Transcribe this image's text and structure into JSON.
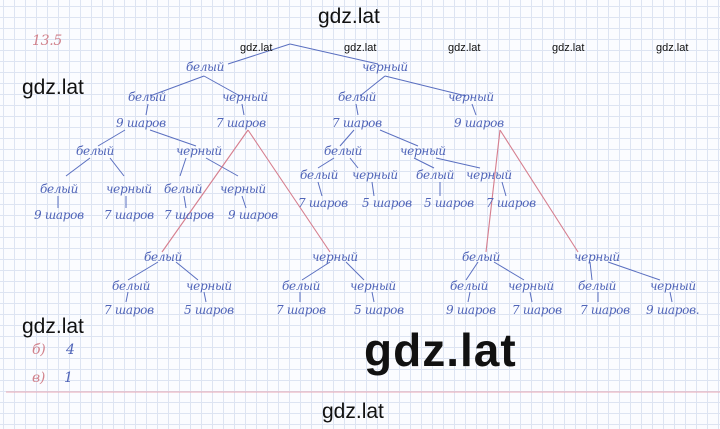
{
  "problem_number": "13.5",
  "tree": {
    "level1": {
      "white": "белый",
      "black": "черный"
    },
    "level2": {
      "white_white": "белый",
      "white_black": "черный",
      "black_white": "белый",
      "black_black": "черный"
    },
    "level3": {
      "ww": "9 шаров",
      "wb": "7 шаров",
      "bw": "7 шаров",
      "bb": "9 шаров"
    },
    "level4": {
      "ww_white": "белый",
      "ww_black": "черный",
      "bw_white": "белый",
      "bw_black": "черный"
    },
    "level5": {
      "a": "белый",
      "b": "черный",
      "c": "белый",
      "d": "черный",
      "e": "белый",
      "f": "черный",
      "g": "белый",
      "h": "черный"
    },
    "level6": {
      "a": "9 шаров",
      "b": "7 шаров",
      "c": "7 шаров",
      "d": "9 шаров",
      "e": "7 шаров",
      "f": "5 шаров",
      "g": "5 шаров",
      "h": "7 шаров"
    },
    "level7": {
      "a": "белый",
      "b": "черный",
      "c": "белый",
      "d": "черный"
    },
    "level8": {
      "a": "белый",
      "b": "черный",
      "c": "белый",
      "d": "черный",
      "e": "белый",
      "f": "черный",
      "g": "белый",
      "h": "черный"
    },
    "level9": {
      "a": "7 шаров",
      "b": "5 шаров",
      "c": "7 шаров",
      "d": "5 шаров",
      "e": "9 шаров",
      "f": "7 шаров",
      "g": "7 шаров",
      "h": "9 шаров."
    }
  },
  "answers": [
    {
      "label": "б)",
      "value": "4"
    },
    {
      "label": "в)",
      "value": "1"
    }
  ],
  "watermarks": {
    "small": [
      "gdz.lat",
      "gdz.lat",
      "gdz.lat",
      "gdz.lat",
      "gdz.lat"
    ],
    "left_top": "gdz.lat",
    "top": "gdz.lat",
    "left_bottom": "gdz.lat",
    "center": "gdz.lat",
    "bottom": "gdz.lat"
  },
  "colors": {
    "ink_blue": "#4f64b8",
    "ink_red": "#d1828c",
    "grid": "#dde4f2"
  }
}
